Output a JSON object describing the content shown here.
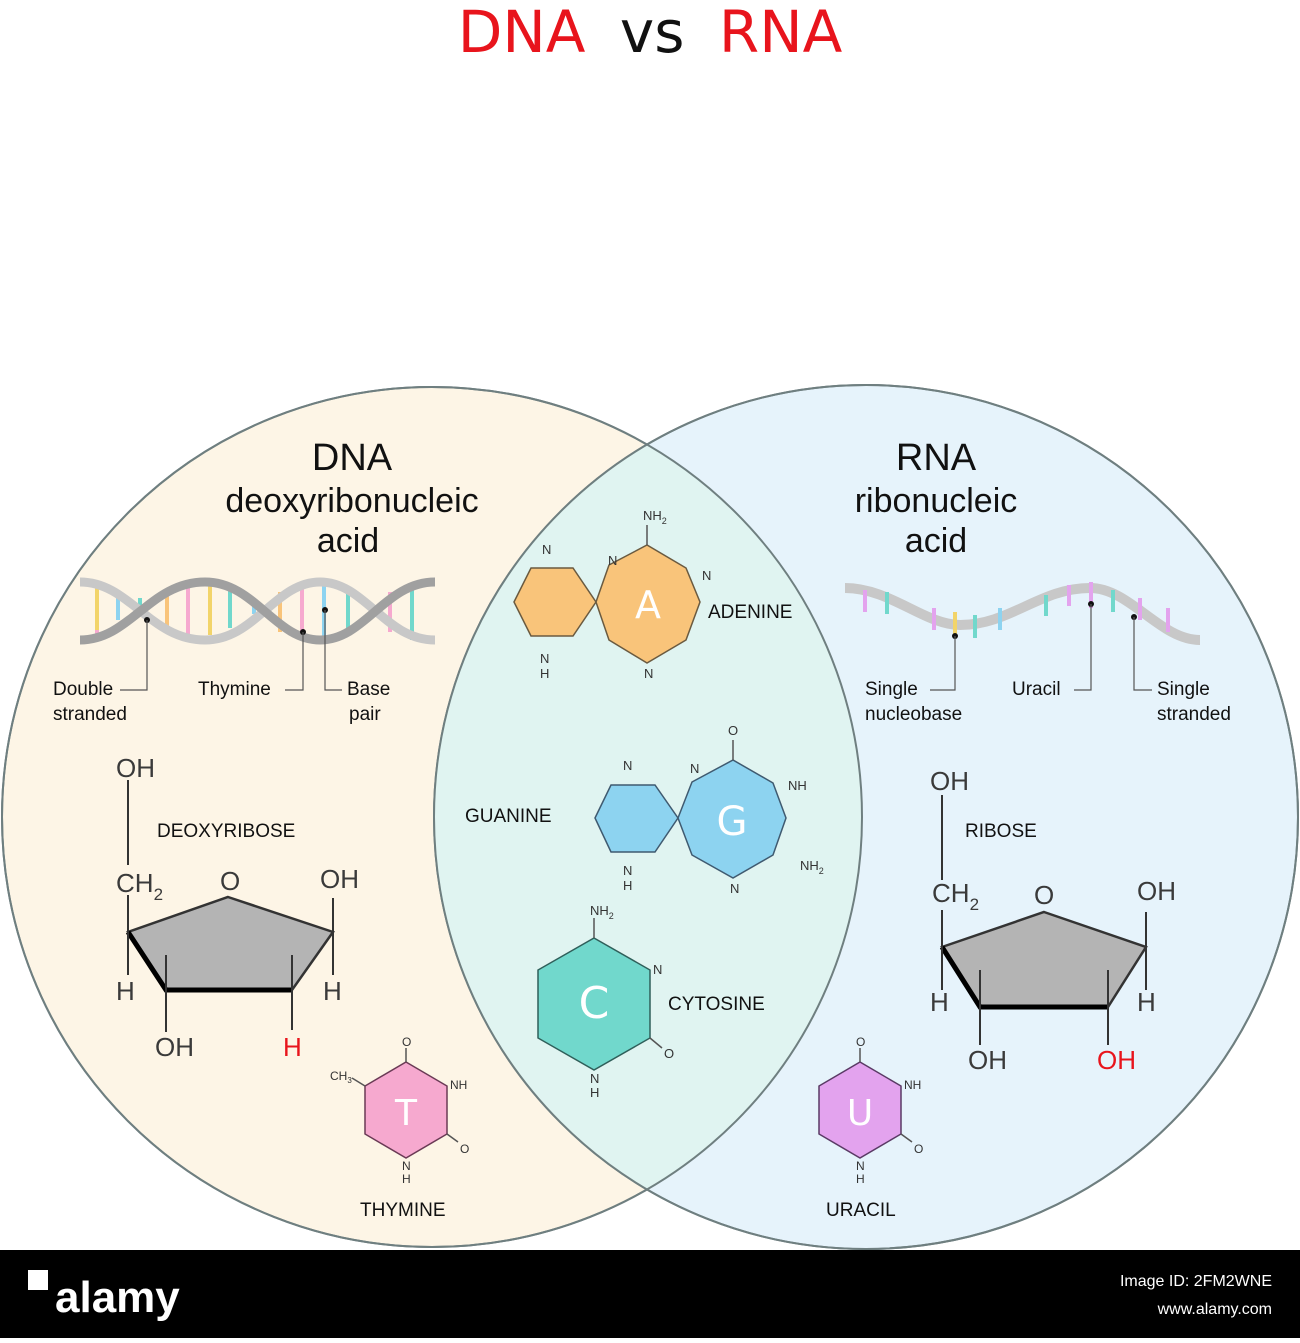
{
  "title": {
    "left": "DNA",
    "mid": "vs",
    "right": "RNA"
  },
  "dna": {
    "heading": "DNA",
    "subtitle_line1": "deoxyribonucleic",
    "subtitle_line2": "acid",
    "helix_labels": {
      "double_1": "Double",
      "double_2": "stranded",
      "thymine": "Thymine",
      "base_1": "Base",
      "base_2": "pair"
    },
    "sugar": {
      "name": "DEOXYRIBOSE",
      "oh_top": "OH",
      "ch": "CH",
      "sub2": "2",
      "o": "O",
      "oh_right": "OH",
      "h_left": "H",
      "h_right": "H",
      "oh_bottom": "OH",
      "h_bottom_red": "H"
    },
    "base": {
      "name": "THYMINE",
      "letter": "T",
      "o_top": "O",
      "nh": "NH",
      "o_right": "O",
      "n_bottom": "N",
      "h_bottom": "H",
      "ch3": "CH",
      "ch3_sub": "3"
    }
  },
  "rna": {
    "heading": "RNA",
    "subtitle_line1": "ribonucleic",
    "subtitle_line2": "acid",
    "helix_labels": {
      "single_nuc_1": "Single",
      "single_nuc_2": "nucleobase",
      "uracil": "Uracil",
      "single_str_1": "Single",
      "single_str_2": "stranded"
    },
    "sugar": {
      "name": "RIBOSE",
      "oh_top": "OH",
      "ch": "CH",
      "sub2": "2",
      "o": "O",
      "oh_right": "OH",
      "h_left": "H",
      "h_right": "H",
      "oh_bottom": "OH",
      "oh_bottom_red": "OH"
    },
    "base": {
      "name": "URACIL",
      "letter": "U",
      "o_top": "O",
      "nh": "NH",
      "o_right": "O",
      "n_bottom": "N",
      "h_bottom": "H"
    }
  },
  "shared": {
    "adenine": {
      "name": "ADENINE",
      "letter": "A",
      "nh2": "NH",
      "sub2": "2",
      "n1": "N",
      "n2": "N",
      "n3": "N",
      "n4": "N",
      "nh_n": "N",
      "nh_h": "H"
    },
    "guanine": {
      "name": "GUANINE",
      "letter": "G",
      "o": "O",
      "nh": "NH",
      "nh2": "NH",
      "sub2": "2",
      "n1": "N",
      "n2": "N",
      "n3": "N",
      "nh_n": "N",
      "nh_h": "H"
    },
    "cytosine": {
      "name": "CYTOSINE",
      "letter": "C",
      "nh2": "NH",
      "sub2": "2",
      "n1": "N",
      "o": "O",
      "n2": "N",
      "h": "H"
    }
  },
  "colors": {
    "title_red": "#e8141c",
    "dna_circle_fill": "#fdf5e6",
    "rna_circle_fill": "#e6f3fb",
    "overlap_fill": "#e0f4f1",
    "circle_stroke": "#6f7f80",
    "adenine": "#f9c47a",
    "guanine": "#8dd3f0",
    "cytosine": "#71d8cc",
    "thymine": "#f6a9cf",
    "uracil": "#e3a3ee",
    "sugar_gray": "#b4b4b4",
    "label_red": "#e8141c"
  },
  "footer": {
    "logo": "alamy",
    "image_id_label": "Image ID: 2FM2WNE",
    "site": "www.alamy.com"
  }
}
